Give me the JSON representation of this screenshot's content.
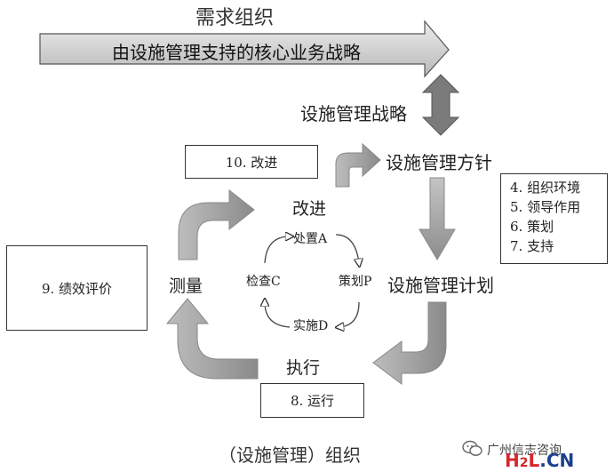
{
  "title": "需求组织",
  "banner": "由设施管理支持的核心业务战略",
  "strategy": "设施管理战略",
  "policy": "设施管理方针",
  "plan": "设施管理计划",
  "execute": "执行",
  "measure": "测量",
  "improve": "改进",
  "pdca": {
    "act": "处置A",
    "plan": "策划P",
    "do": "实施D",
    "check": "检查C"
  },
  "boxes": {
    "improvement": "10. 改进",
    "performance": "9. 绩效评价",
    "operation": "8. 运行",
    "clauses": [
      "4. 组织环境",
      "5. 领导作用",
      "6. 策划",
      "7. 支持"
    ]
  },
  "footer": "（设施管理）组织",
  "watermark": {
    "text": "广州信志咨询",
    "brand_h": "H",
    "brand_2": "2",
    "brand_l": "L",
    "brand_cn": ".CN"
  },
  "colors": {
    "arrow_fill": "#a8a8a8",
    "arrow_dark": "#7a7a7a",
    "banner_fill": "#d6d6d6",
    "brand_red": "#d8262b",
    "brand_blue": "#1b3f8f"
  }
}
